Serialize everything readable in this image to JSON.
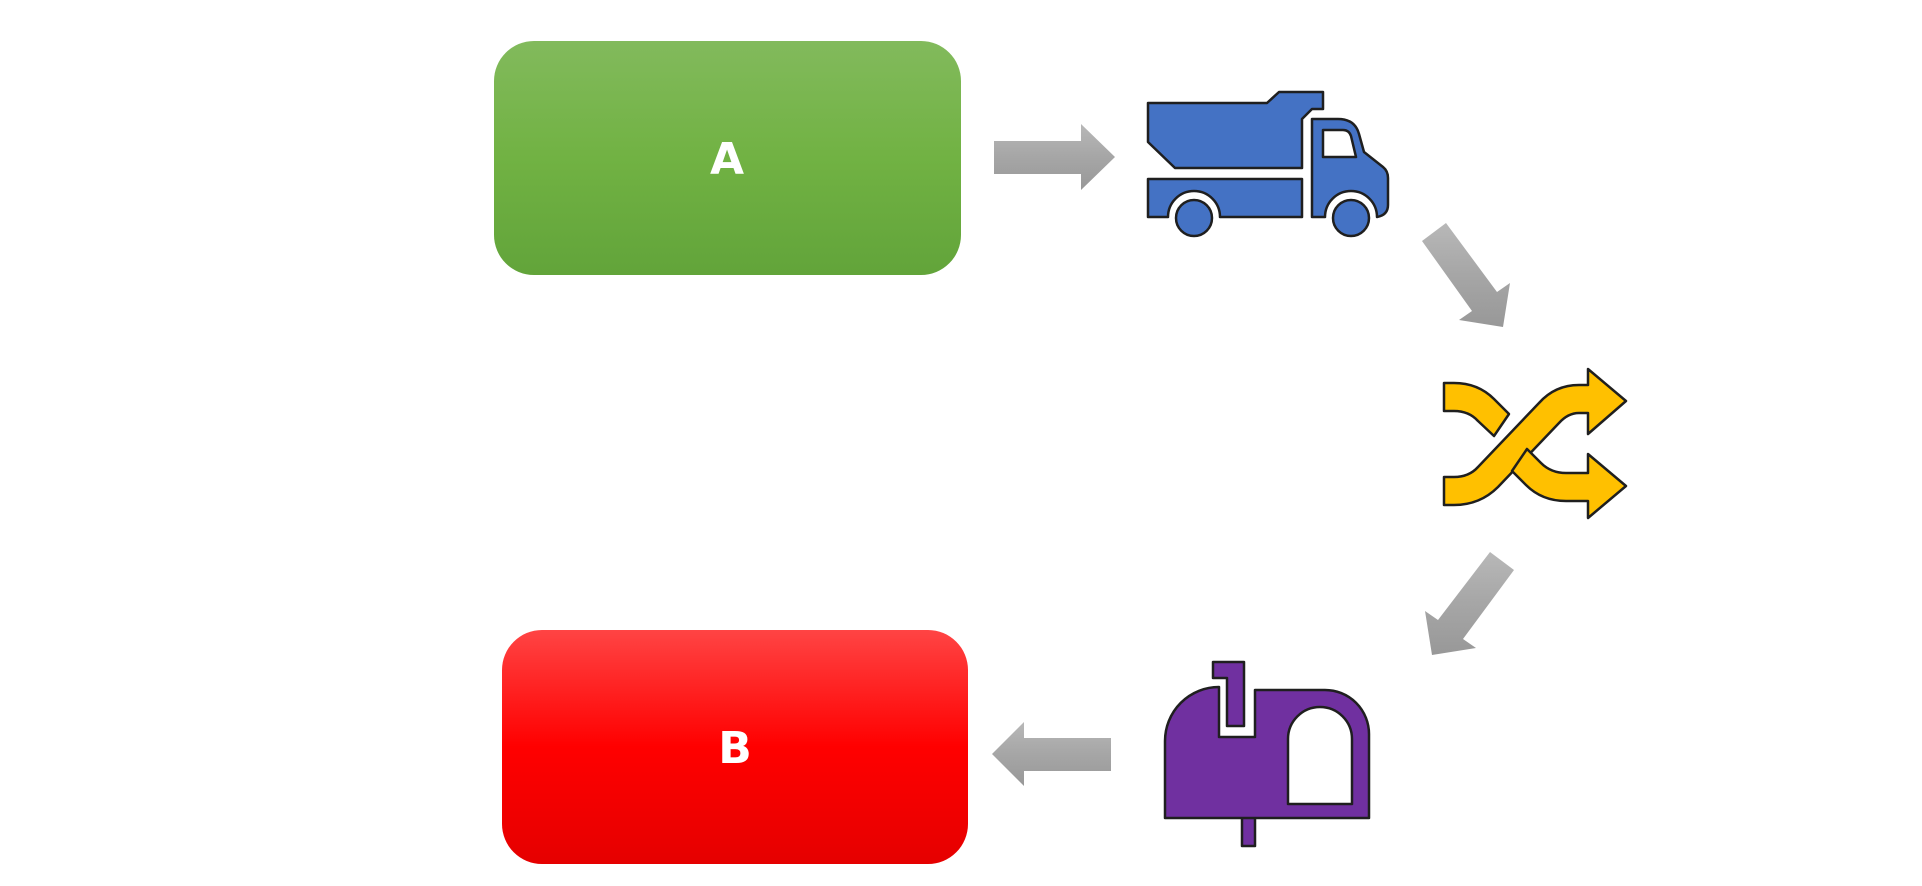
{
  "nodes": {
    "a": {
      "label": "A",
      "color": "#70AD47"
    },
    "b": {
      "label": "B",
      "color": "#FF0000"
    }
  },
  "icons": {
    "truck": {
      "name": "dump-truck-icon",
      "color": "#4472C4"
    },
    "shuffle": {
      "name": "shuffle-icon",
      "color": "#FFC000"
    },
    "mailbox": {
      "name": "mailbox-icon",
      "color": "#7030A0"
    }
  },
  "arrow_color": "#A6A6A6",
  "flow": [
    "a",
    "truck",
    "shuffle",
    "mailbox",
    "b"
  ]
}
